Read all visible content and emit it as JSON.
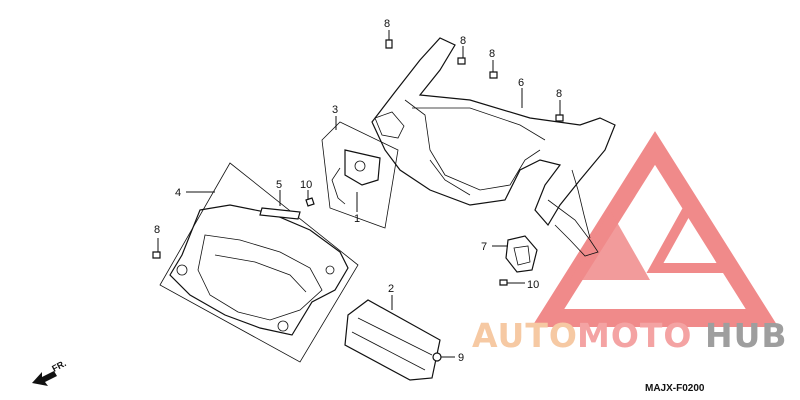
{
  "diagram": {
    "reference_code": "MAJX-F0200",
    "front_indicator": "FR.",
    "callouts": {
      "part_1": "1",
      "part_2": "2",
      "part_3": "3",
      "part_4": "4",
      "part_5": "5",
      "part_6": "6",
      "part_7": "7",
      "part_8a": "8",
      "part_8b": "8",
      "part_8c": "8",
      "part_8d": "8",
      "part_8e": "8",
      "part_9": "9",
      "part_10a": "10",
      "part_10b": "10"
    }
  },
  "watermark": {
    "word_auto": "AUTO",
    "word_moto": "MOTO",
    "word_hub": "HUB",
    "colors": {
      "auto": "#f6c9a3",
      "moto": "#f4a3a3",
      "hub": "#9e9e9e",
      "logo": "#f08a8a"
    }
  }
}
